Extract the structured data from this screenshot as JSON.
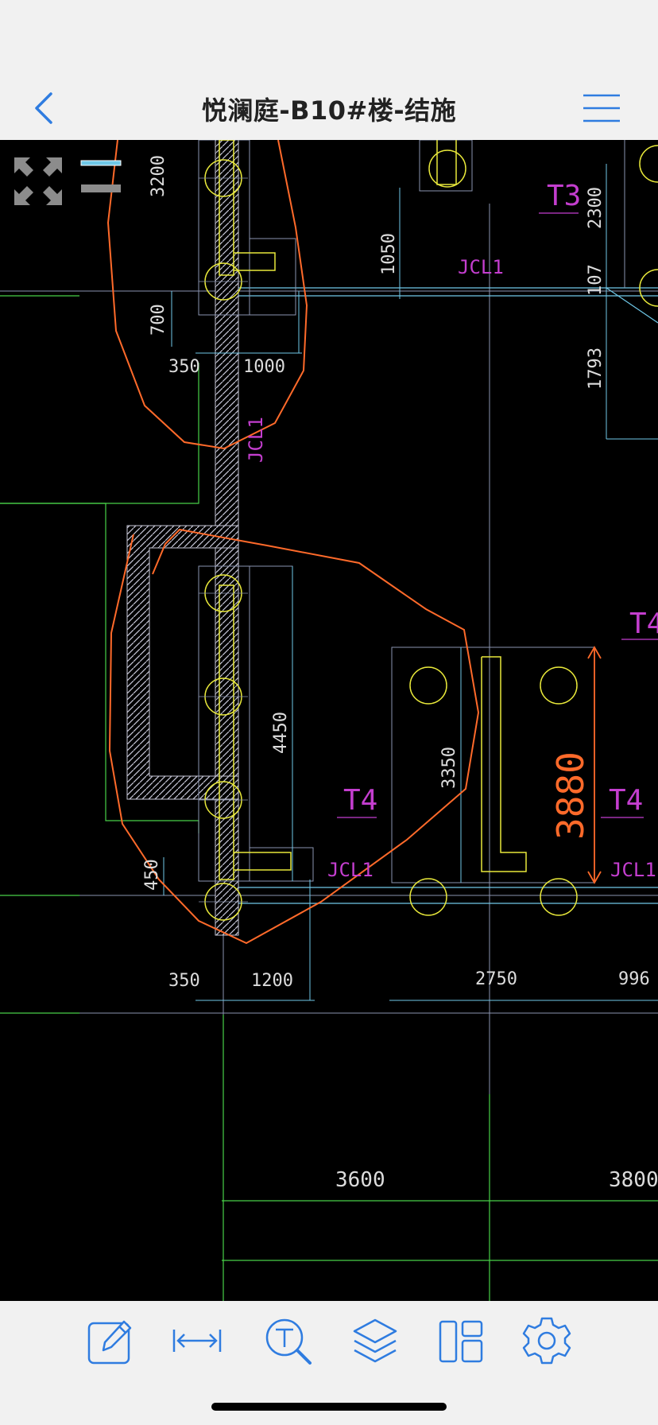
{
  "header": {
    "title": "悦澜庭-B10#楼-结施"
  },
  "drawing": {
    "dims": {
      "d3200": "3200",
      "d700": "700",
      "d350a": "350",
      "d1000": "1000",
      "d1050": "1050",
      "d2300": "2300",
      "d107": "107",
      "d1793": "1793",
      "d4450": "4450",
      "d3350": "3350",
      "d3880": "3880",
      "d450": "450",
      "d350b": "350",
      "d1200": "1200",
      "d2750": "2750",
      "d996": "996",
      "d3600": "3600",
      "d3800": "3800"
    },
    "labels": {
      "t3": "T3",
      "t4a": "T4",
      "t4b": "T4",
      "t4c": "T4",
      "jcl1a": "JCL1",
      "jcl1b": "JCL1",
      "jcl1c": "JCL1",
      "jcl1d": "JCL1"
    }
  },
  "colors": {
    "accent": "#2f7ce0",
    "cloud": "#ff6a2a",
    "cad_yellow": "#e8e83a",
    "cad_magenta": "#c43ecf",
    "cad_cyan": "#6fc8e8",
    "cad_green": "#48d048",
    "cad_gray": "#8a94b0"
  },
  "icons": {
    "back": "chevron-left-icon",
    "menu": "hamburger-menu-icon",
    "fullscreen": "expand-arrows-icon",
    "line_weight": "line-weight-icon",
    "toolbar": [
      "edit-icon",
      "measure-icon",
      "text-search-icon",
      "layers-icon",
      "layout-icon",
      "settings-icon"
    ]
  }
}
